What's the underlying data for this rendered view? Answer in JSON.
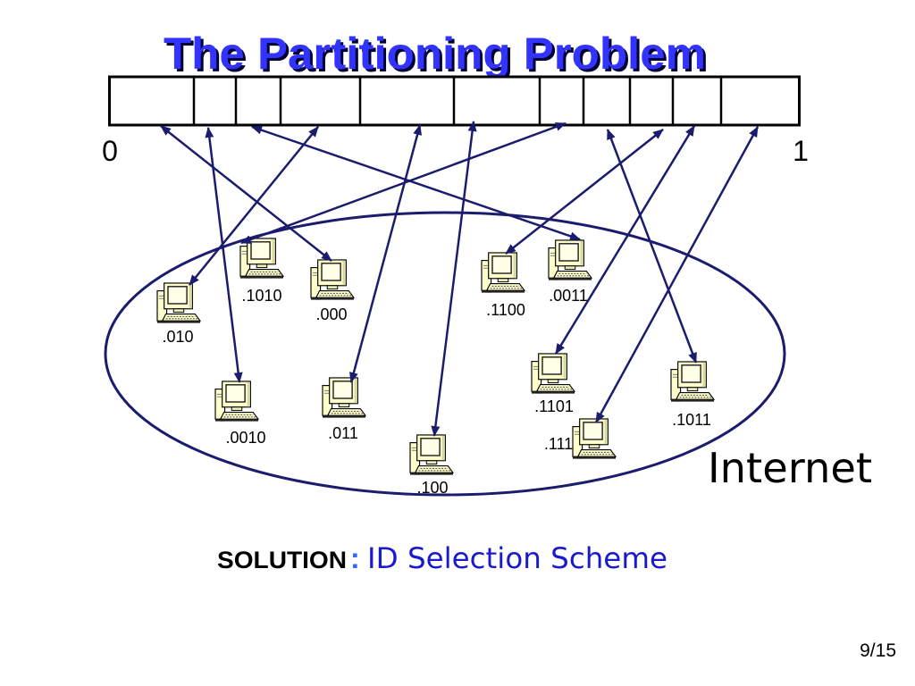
{
  "slide": {
    "title": "The Partitioning Problem",
    "page_number": "9/15"
  },
  "id_space": {
    "start_label": "0",
    "end_label": "1"
  },
  "network": {
    "label": "Internet",
    "node_icon": "computer-icon",
    "nodes": [
      ".010",
      ".1010",
      ".000",
      ".0010",
      ".011",
      ".100",
      ".1100",
      ".0011",
      ".1101",
      ".111",
      ".1011"
    ]
  },
  "solution": {
    "label": "SOLUTION",
    "separator": ":",
    "text": "ID Selection Scheme"
  },
  "colors": {
    "title": "#3333ff",
    "title_shadow": "#000033",
    "arrow": "#1c1c6e",
    "ellipse": "#1c1c6e",
    "solution_text": "#1a1acc",
    "separator": "#3366ff"
  }
}
